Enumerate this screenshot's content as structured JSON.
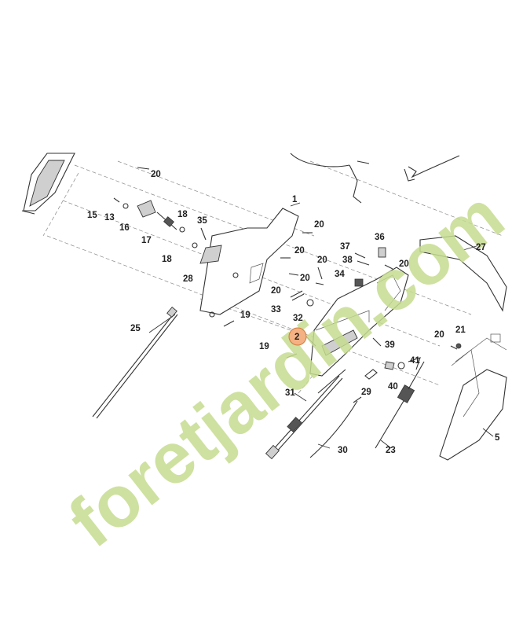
{
  "watermark": {
    "text": "foretjardin.com",
    "color": "#c5dc8f",
    "accent": "#e08a3a"
  },
  "highlight": {
    "fill": "#f4b183",
    "stroke": "#d07a3a"
  },
  "labels": {
    "l1": "1",
    "l2": "2",
    "l5": "5",
    "l13": "13",
    "l15": "15",
    "l16": "16",
    "l17": "17",
    "l18a": "18",
    "l18b": "18",
    "l19a": "19",
    "l19b": "19",
    "l20a": "20",
    "l20b": "20",
    "l20c": "20",
    "l20d": "20",
    "l20e": "20",
    "l20f": "20",
    "l20g": "20",
    "l20h": "20",
    "l21": "21",
    "l23": "23",
    "l25": "25",
    "l27": "27",
    "l28": "28",
    "l29": "29",
    "l30": "30",
    "l31": "31",
    "l32": "32",
    "l33": "33",
    "l34": "34",
    "l35": "35",
    "l36": "36",
    "l37": "37",
    "l38": "38",
    "l39": "39",
    "l40": "40",
    "l41": "41"
  }
}
